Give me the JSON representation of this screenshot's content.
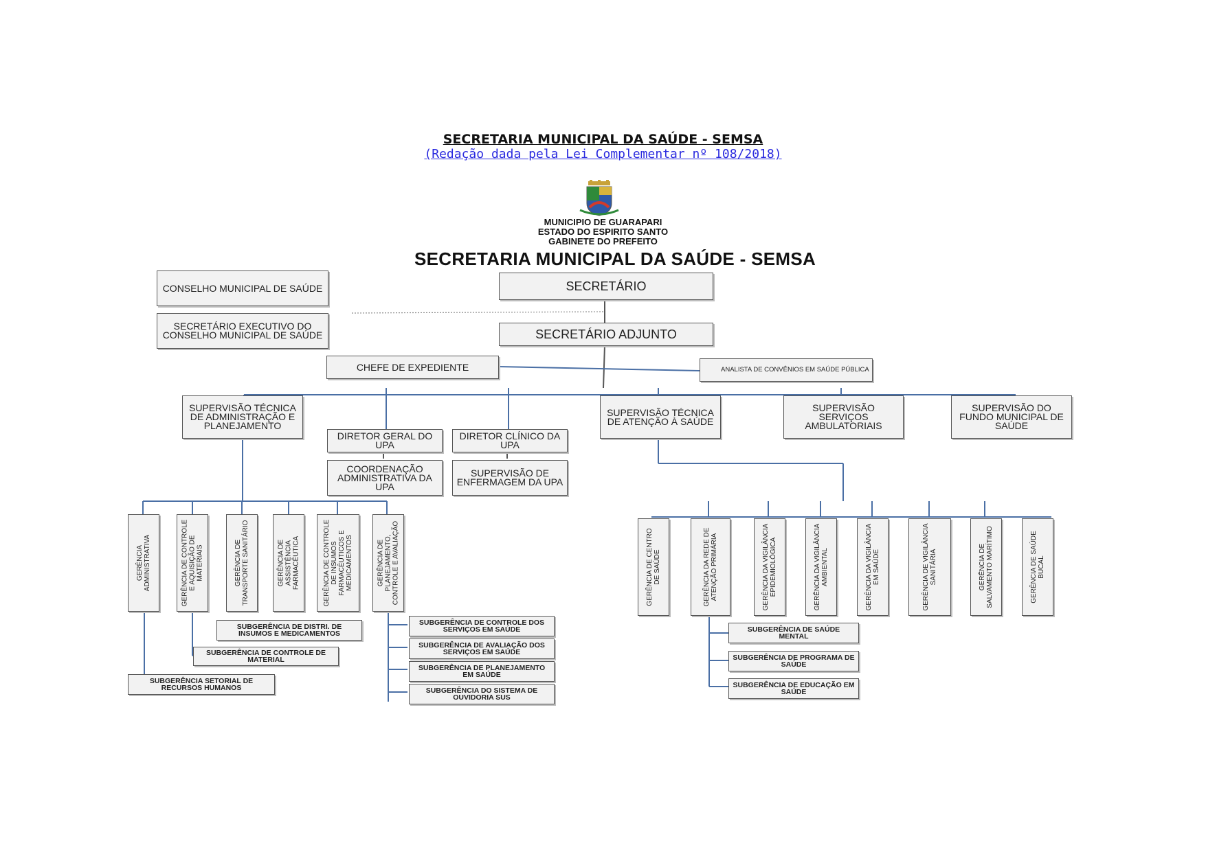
{
  "header": {
    "title": "SECRETARIA MUNICIPAL DA SAÚDE - SEMSA",
    "link": "(Redação dada pela Lei Complementar nº 108/2018)"
  },
  "municipality": {
    "line1": "MUNICIPIO DE GUARAPARI",
    "line2": "ESTADO DO ESPIRITO SANTO",
    "line3": "GABINETE DO PREFEITO"
  },
  "org_title": "SECRETARIA MUNICIPAL DA SAÚDE - SEMSA",
  "colors": {
    "line": "#4a6fa5",
    "box_border": "#555555",
    "box_fill": "#f2f2f2",
    "link": "#2a2adf"
  },
  "nodes": {
    "conselho": "CONSELHO MUNICIPAL DE SAÚDE",
    "secretario_executivo": "SECRETÁRIO EXECUTIVO DO CONSELHO MUNICIPAL DE SAÚDE",
    "secretario": "SECRETÁRIO",
    "secretario_adjunto": "SECRETÁRIO ADJUNTO",
    "chefe_expediente": "CHEFE DE EXPEDIENTE",
    "analista": "ANALISTA DE CONVÊNIOS EM SAÚDE PÚBLICA",
    "sup_admin": "SUPERVISÃO TÉCNICA DE ADMINISTRAÇÃO E PLANEJAMENTO",
    "diretor_geral": "DIRETOR GERAL DO UPA",
    "diretor_clinico": "DIRETOR CLÍNICO DA UPA",
    "coord_admin": "COORDENAÇÃO ADMINISTRATIVA DA UPA",
    "sup_enfermagem": "SUPERVISÃO DE ENFERMAGEM DA UPA",
    "sup_atencao": "SUPERVISÃO TÉCNICA DE ATENÇÃO À SAÚDE",
    "sup_ambulatoriais": "SUPERVISÃO SERVIÇOS AMBULATORIAIS",
    "sup_fundo": "SUPERVISÃO DO FUNDO MUNICIPAL DE SAÚDE"
  },
  "left_gerencias": [
    "GERÊNCIA ADMINISTRATIVA",
    "GERÊNCIA DE CONTROLE E AQUISIÇÃO DE MATERIAIS",
    "GERÊNCIA DE TRANSPORTE SANITÁRIO",
    "GERÊNCIA DE ASSISTÊNCIA FARMACÊUTICA",
    "GERÊNCIA DE CONTROLE DE INSUMOS FARMACÊUTICOS E MEDICAMENTOS",
    "GERÊNCIA DE PLANEJAMENTO, CONTROLE E AVALIAÇÃO"
  ],
  "left_subgerencias": {
    "distri": "SUBGERÊNCIA DE DISTRI. DE INSUMOS E MEDICAMENTOS",
    "controle_material": "SUBGERÊNCIA DE CONTROLE DE MATERIAL",
    "rh": "SUBGERÊNCIA SETORIAL DE RECURSOS HUMANOS",
    "controle_servicos": "SUBGERÊNCIA DE CONTROLE DOS SERVIÇOS EM SAÚDE",
    "avaliacao_servicos": "SUBGERÊNCIA DE AVALIAÇÃO DOS SERVIÇOS EM SAÚDE",
    "planejamento": "SUBGERÊNCIA DE PLANEJAMENTO EM SAÚDE",
    "ouvidoria": "SUBGERÊNCIA DO SISTEMA DE OUVIDORIA SUS"
  },
  "right_gerencias": [
    "GERÊNCIA DE CENTRO DE SAÚDE",
    "GERÊNCIA DA REDE DE ATENÇÃO PRIMÁRIA",
    "GERÊNCIA DA VIGILÂNCIA EPIDEMIOLÓGICA",
    "GERÊNCIA DA VIGILÂNCIA AMBIENTAL",
    "GERÊNCIA DA VIGILÂNCIA EM SAÚDE",
    "GERÊNCIA DE VIGILÂNCIA SANITÁRIA",
    "GERÊNCIA DE SALVAMENTO MARÍTIMO",
    "GERÊNCIA DE SAÚDE BUCAL"
  ],
  "right_subgerencias": {
    "mental": "SUBGERÊNCIA DE SAÚDE MENTAL",
    "programa": "SUBGERÊNCIA DE PROGRAMA DE SAÚDE",
    "educacao": "SUBGERÊNCIA DE EDUCAÇÃO EM SAÚDE"
  }
}
